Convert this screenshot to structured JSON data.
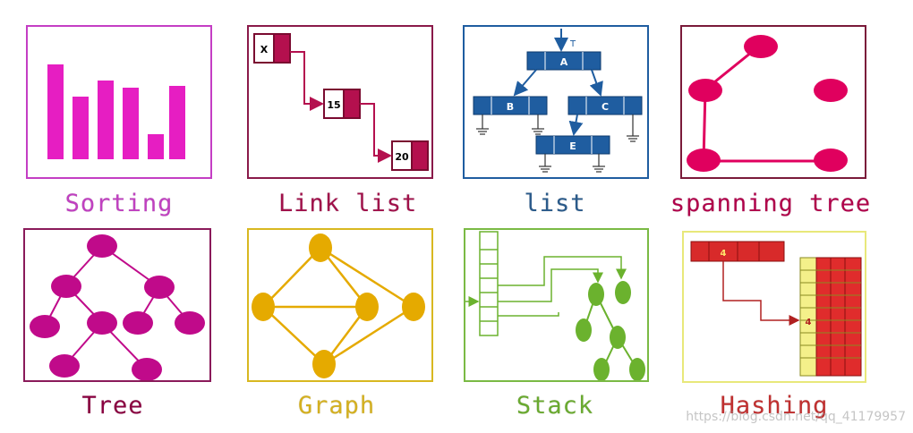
{
  "colors": {
    "sorting": "#e61ec2",
    "linklist": "#b4104e",
    "list": "#1f5da0",
    "spanning": "#e0005e",
    "tree": "#c00a8a",
    "graph": "#e5aa00",
    "stack": "#6bb22e",
    "hashing": "#d82a2a",
    "hashing_border": "#e8e87a",
    "caption_sorting": "#c040c0",
    "caption_linklist": "#a0104a",
    "caption_list": "#2a5a8a",
    "caption_spanning": "#b0004a",
    "caption_tree": "#8a0040",
    "caption_graph": "#d4b020",
    "caption_stack": "#6aaa30",
    "caption_hashing": "#c03030"
  },
  "captions": {
    "sorting": "Sorting",
    "linklist": "Link list",
    "list": "list",
    "spanning": "spanning tree",
    "tree": "Tree",
    "graph": "Graph",
    "stack": "Stack",
    "hashing": "Hashing"
  },
  "panels": {
    "linklist": {
      "nodes": [
        "X",
        "15",
        "20"
      ]
    },
    "list": {
      "root_marker": "T",
      "nodes": [
        "A",
        "B",
        "C",
        "E"
      ]
    },
    "hashing": {
      "key": "4",
      "slot": "4"
    }
  },
  "watermark": "https://blog.csdn.net/qq_41179957"
}
